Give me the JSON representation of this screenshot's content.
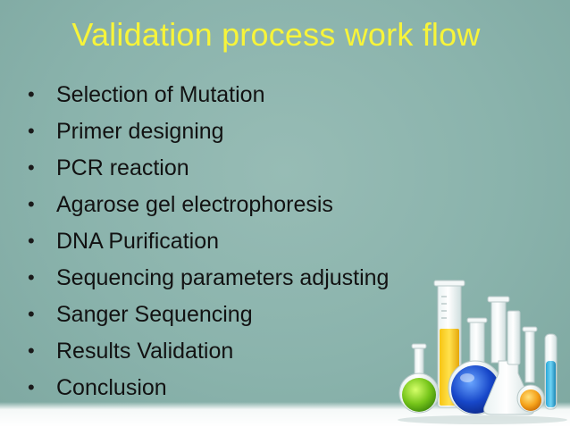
{
  "slide": {
    "title": "Validation process work flow",
    "bullet_glyph": "•",
    "bullets": [
      "Selection of Mutation",
      "Primer designing",
      "PCR reaction",
      "Agarose gel electrophoresis",
      "DNA Purification",
      "Sequencing parameters adjusting",
      "Sanger Sequencing",
      "Results Validation",
      "Conclusion"
    ]
  },
  "colors": {
    "background": "#8ab3ac",
    "title": "#f7f43a",
    "text": "#121212"
  },
  "illustration": "laboratory-glassware-icon"
}
